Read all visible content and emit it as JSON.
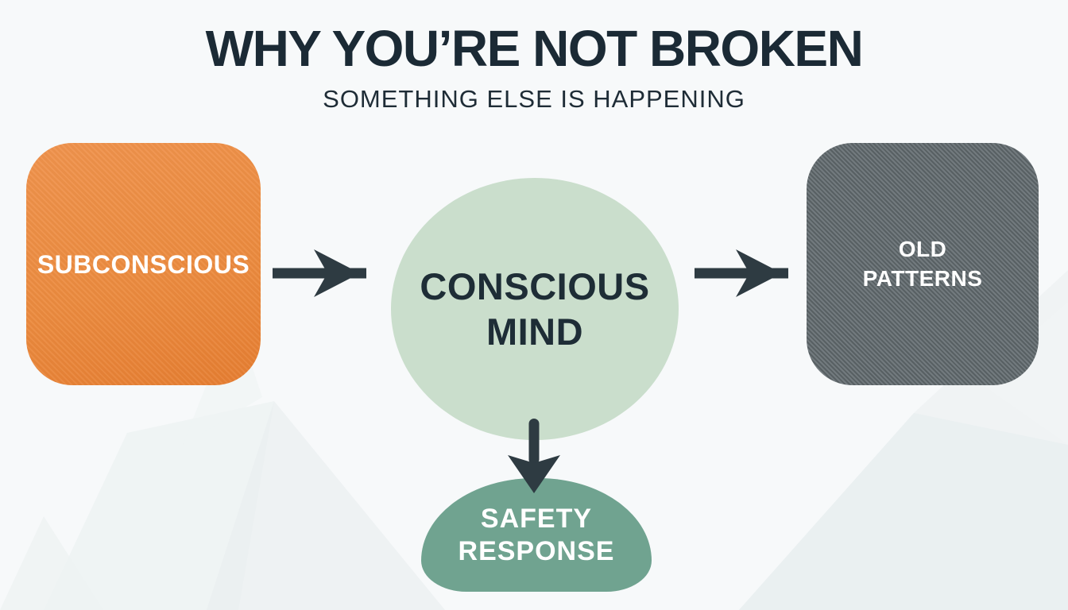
{
  "meta": {
    "type": "infographic-diagram"
  },
  "title": {
    "main": "WHY YOU’RE NOT BROKEN",
    "subtitle": "SOMETHING ELSE IS HAPPENING"
  },
  "nodes": {
    "subconscious": {
      "label": "SUBCONSCIOUS",
      "shape": "rounded-square",
      "color": "#EC8B3F"
    },
    "conscious_mind": {
      "label": "CONSCIOUS MIND",
      "lines": [
        "CONSCIOUS",
        "MIND"
      ],
      "shape": "circle",
      "color": "#CADECC"
    },
    "old_patterns": {
      "label": "OLD PATTERNS",
      "lines": [
        "OLD",
        "PATTERNS"
      ],
      "shape": "rounded-square",
      "color": "#646D71"
    },
    "safety_response": {
      "label": "SAFETY RESPONSE",
      "lines": [
        "SAFETY",
        "RESPONSE"
      ],
      "shape": "dome",
      "color": "#70A390"
    }
  },
  "arrows": [
    {
      "name": "subconscious-to-conscious-mind",
      "direction": "right"
    },
    {
      "name": "conscious-mind-to-old-patterns",
      "direction": "right"
    },
    {
      "name": "conscious-mind-to-safety-response",
      "direction": "down"
    }
  ],
  "colors": {
    "background": "#F7F9FA",
    "arrow": "#2E3B42",
    "title_text": "#1B2A35",
    "node_text_light": "#FFFFFF",
    "node_text_dark": "#1E2D36"
  }
}
